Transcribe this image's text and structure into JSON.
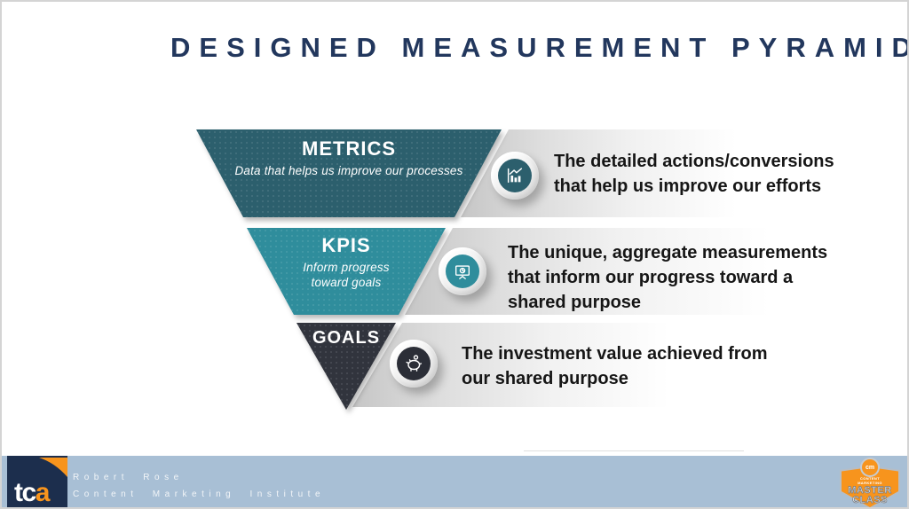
{
  "slide": {
    "title": "DESIGNED MEASUREMENT PYRAMID"
  },
  "pyramid": {
    "tiers": [
      {
        "label": "METRICS",
        "sublabel_lines": [
          "Data that helps us improve our processes"
        ],
        "icon": "bar-chart-icon",
        "color": "#2c5f6d",
        "desc_lines": [
          "The detailed actions/conversions",
          "that help us improve our efforts"
        ]
      },
      {
        "label": "KPIS",
        "sublabel_lines": [
          "Inform progress",
          "toward goals"
        ],
        "icon": "presentation-screen-icon",
        "color": "#2f8d9c",
        "desc_lines": [
          "The unique, aggregate measurements",
          "that inform our progress toward a",
          "shared purpose"
        ]
      },
      {
        "label": "GOALS",
        "sublabel_lines": [],
        "icon": "piggy-bank-icon",
        "color": "#31343d",
        "desc_lines": [
          "The investment value achieved from",
          "our shared purpose"
        ]
      }
    ]
  },
  "footer": {
    "logo_tc": "tc",
    "logo_a": "a",
    "credit_line1": "Robert Rose",
    "credit_line2": "Content Marketing Institute",
    "badge": {
      "emblem": "cm",
      "top_line1": "CONTENT",
      "top_line2": "MARKETING",
      "line1": "MASTER",
      "line2": "CLASS"
    }
  },
  "colors": {
    "title_navy": "#22375d",
    "tier_metrics_teal": "#2c5f6d",
    "tier_kpis_teal": "#2f8d9c",
    "tier_goals_charcoal": "#31343d",
    "band_gray": "#c6c6c6",
    "footer_blue": "#a8bfd5",
    "logo_navy": "#1c2e4d",
    "accent_orange": "#f7941d",
    "text_black": "#161616"
  }
}
